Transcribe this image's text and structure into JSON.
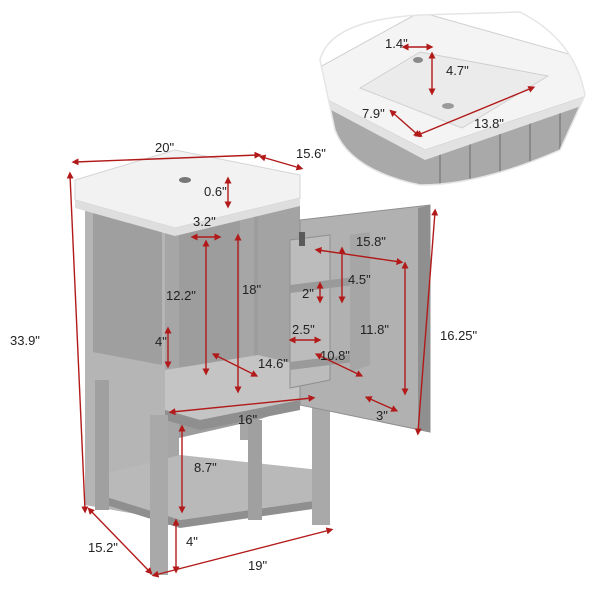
{
  "colors": {
    "cabinet": "#a9a9a9",
    "cabinet_dark": "#8e8e8e",
    "cabinet_light": "#bcbcbc",
    "sink": "#f4f4f4",
    "dimension_line": "#b21a1a"
  },
  "labels": {
    "top_width": "20\"",
    "top_depth": "15.6\"",
    "total_height": "33.9\"",
    "top_thickness": "0.6\"",
    "pipe_opening": "3.2\"",
    "left_opening_height": "12.2\"",
    "interior_height": "18\"",
    "interior_lower": "4\"",
    "interior_depth": "14.6\"",
    "interior_width": "16\"",
    "shelf_height": "8.7\"",
    "leg_height": "4\"",
    "base_width": "19\"",
    "base_depth": "15.2\"",
    "door_height": "16.25\"",
    "door_rack_width": "15.8\"",
    "rack_shelf_gap": "2\"",
    "rack_upper": "4.5\"",
    "rack_height": "11.8\"",
    "rack_depth": "2.5\"",
    "rack_width": "10.8\"",
    "door_thickness": "3\"",
    "faucet_hole": "1.4\"",
    "faucet_to_basin": "4.7\"",
    "basin_depth": "7.9\"",
    "basin_width": "13.8\""
  }
}
